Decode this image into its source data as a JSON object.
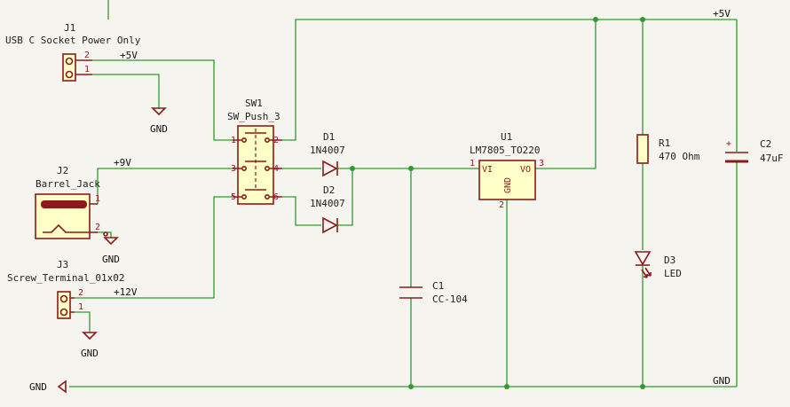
{
  "components": {
    "j1": {
      "ref": "J1",
      "value": "USB C Socket Power Only",
      "pin1": "1",
      "pin2": "2"
    },
    "j2": {
      "ref": "J2",
      "value": "Barrel_Jack",
      "pin1": "1",
      "pin2": "2"
    },
    "j3": {
      "ref": "J3",
      "value": "Screw_Terminal_01x02",
      "pin1": "1",
      "pin2": "2"
    },
    "sw1": {
      "ref": "SW1",
      "value": "SW_Push_3",
      "pins": [
        "1",
        "2",
        "3",
        "4",
        "5",
        "6"
      ]
    },
    "d1": {
      "ref": "D1",
      "value": "1N4007"
    },
    "d2": {
      "ref": "D2",
      "value": "1N4007"
    },
    "u1": {
      "ref": "U1",
      "value": "LM7805_TO220",
      "vi": "VI",
      "vo": "VO",
      "gnd": "GND",
      "pin1": "1",
      "pin2": "2",
      "pin3": "3"
    },
    "c1": {
      "ref": "C1",
      "value": "CC-104"
    },
    "c2": {
      "ref": "C2",
      "value": "47uF",
      "polarity": "+"
    },
    "r1": {
      "ref": "R1",
      "value": "470 Ohm"
    },
    "d3": {
      "ref": "D3",
      "value": "LED"
    }
  },
  "nets": {
    "j1_plus5v": "+5V",
    "top_plus5v": "+5V",
    "plus9v": "+9V",
    "plus12v": "+12V",
    "gnd_j1": "GND",
    "gnd_j2": "GND",
    "gnd_j3": "GND",
    "gnd_rail_left": "GND",
    "gnd_rail_right": "GND"
  },
  "colors": {
    "wire": "#2f9a2f",
    "component": "#8b1a1a",
    "body_fill": "#ffffc8",
    "background": "#f5f4ef"
  }
}
